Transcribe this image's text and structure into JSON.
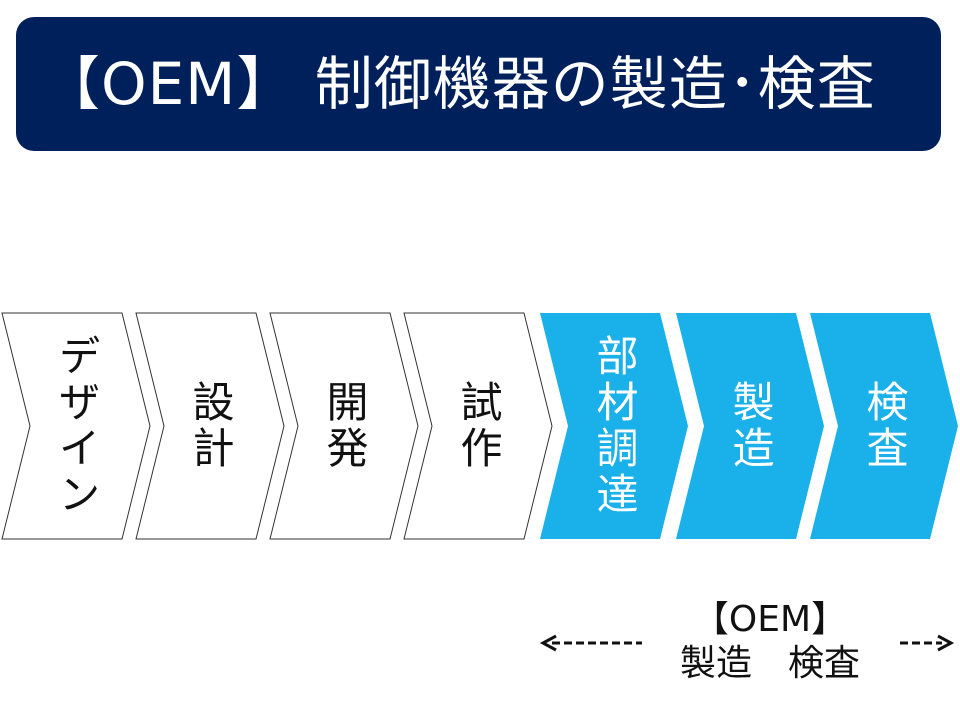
{
  "header": {
    "title": "【OEM】 制御機器の製造･検査"
  },
  "process": {
    "steps": [
      {
        "label": "デザイン",
        "highlighted": false
      },
      {
        "label": "設計",
        "highlighted": false
      },
      {
        "label": "開発",
        "highlighted": false
      },
      {
        "label": "試作",
        "highlighted": false
      },
      {
        "label": "部材調達",
        "highlighted": true
      },
      {
        "label": "製造",
        "highlighted": true
      },
      {
        "label": "検査",
        "highlighted": true
      }
    ]
  },
  "oem_range": {
    "line1": "【OEM】",
    "line2": "製造　検査"
  },
  "colors": {
    "header_bg": "#00205b",
    "highlight": "#1ab0ea",
    "outline": "#333333"
  }
}
